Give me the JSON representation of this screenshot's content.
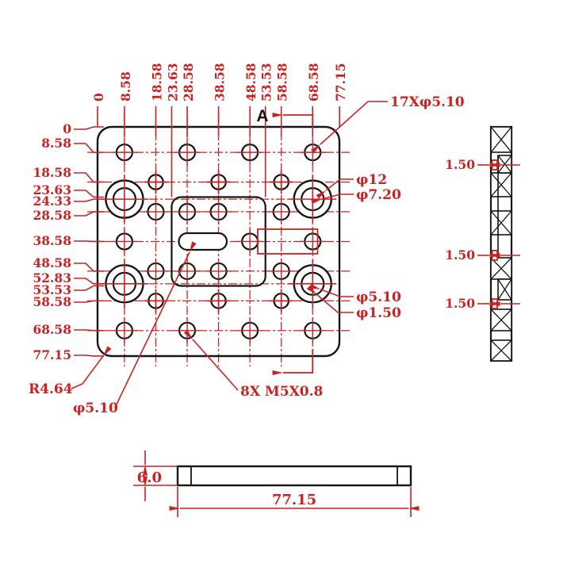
{
  "drawing_title": "gantry-plate-technical-drawing",
  "colors": {
    "dimension_red": "#cc2121",
    "geometry_black": "#151515",
    "background": "#ffffff"
  },
  "main_view": {
    "section_label": "A",
    "top_dimensions": [
      "0",
      "8.58",
      "18.58",
      "23.63",
      "28.58",
      "38.58",
      "48.58",
      "53.53",
      "58.58",
      "68.58",
      "77.15"
    ],
    "left_dimensions": [
      "0",
      "8.58",
      "18.58",
      "23.63",
      "24.33",
      "28.58",
      "38.58",
      "48.58",
      "52.83",
      "53.53",
      "58.58",
      "68.58",
      "77.15"
    ],
    "callouts": {
      "holes_count": "17Xφ5.10",
      "counterbore_outer": "φ12",
      "counterbore_inner": "φ7.20",
      "small_hole": "φ5.10",
      "pilot_hole": "φ1.50",
      "corner_radius": "R4.64",
      "slot_width": "φ5.10",
      "tapped_holes": "8X M5X0.8"
    }
  },
  "side_view": {
    "recess_dimensions": [
      "1.50",
      "1.50",
      "1.50"
    ]
  },
  "bottom_view": {
    "thickness": "6.0",
    "width": "77.15"
  }
}
